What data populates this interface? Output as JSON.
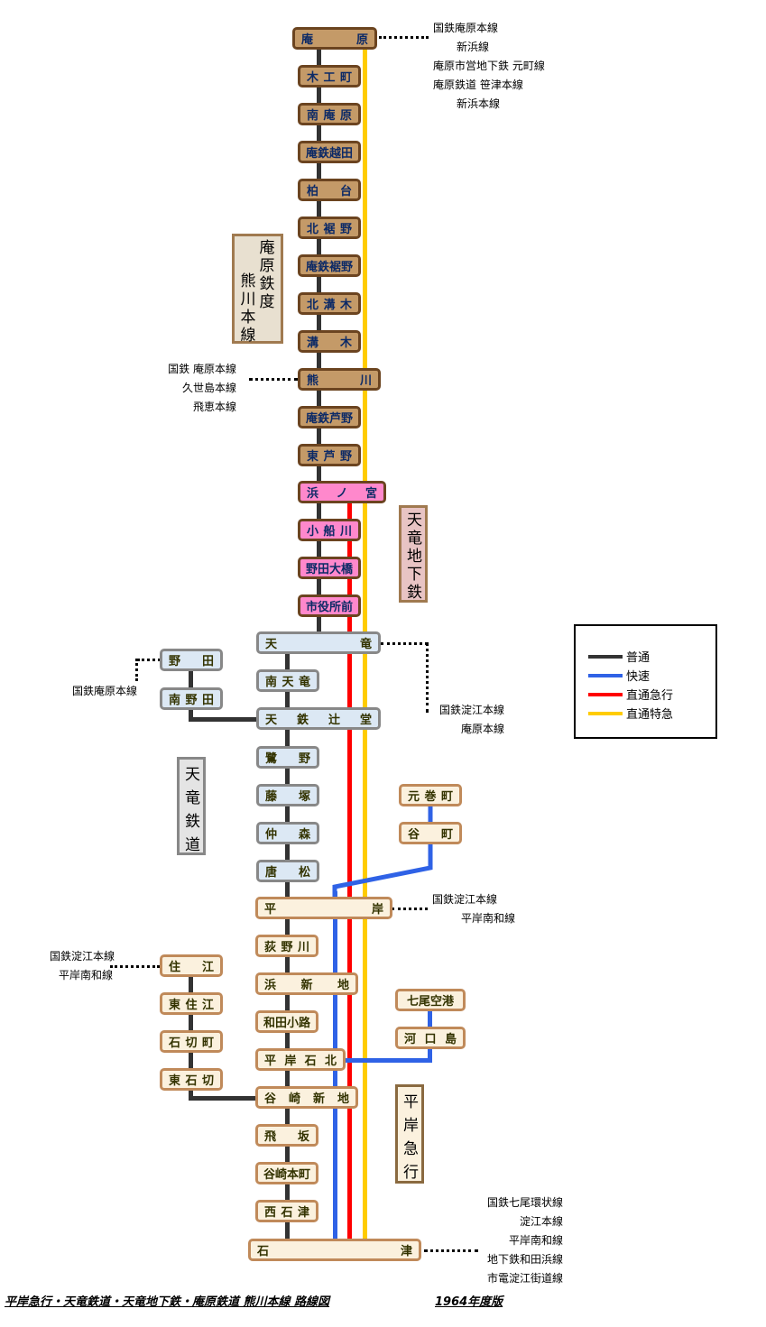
{
  "title": "平岸急行・天竜鉄道・天竜地下鉄・庵原鉄道 熊川本線 路線図",
  "edition": "1964年度版",
  "colors": {
    "local": "#333333",
    "rapid": "#2f62e6",
    "through_express": "#ff0000",
    "through_limited": "#ffcc00"
  },
  "legend": [
    {
      "label": "普通",
      "color": "#333333"
    },
    {
      "label": "快速",
      "color": "#2f62e6"
    },
    {
      "label": "直通急行",
      "color": "#ff0000"
    },
    {
      "label": "直通特急",
      "color": "#ffcc00"
    }
  ],
  "company_labels": {
    "ihara": {
      "col1": "庵原鉄度",
      "col2": "熊川本線"
    },
    "tenryu_subway": "天竜地下鉄",
    "tenryu_railway": "天竜鉄道",
    "hirakishi": "平岸急行"
  },
  "stations": {
    "ihara": [
      "庵",
      "原"
    ],
    "mokkocho": [
      "木",
      "工",
      "町"
    ],
    "minami_ihara": [
      "南",
      "庵",
      "原"
    ],
    "ihara_koshida": [
      "庵鉄越田"
    ],
    "kashiwadai": [
      "柏",
      "台"
    ],
    "kita_susono": [
      "北",
      "裾",
      "野"
    ],
    "ihara_susono": [
      "庵鉄裾野"
    ],
    "kita_mizoki": [
      "北",
      "溝",
      "木"
    ],
    "mizoki": [
      "溝",
      "木"
    ],
    "kumakawa": [
      "熊",
      "川"
    ],
    "ihara_ashino": [
      "庵鉄芦野"
    ],
    "higashi_ashino": [
      "東",
      "芦",
      "野"
    ],
    "hamanomiya": [
      "浜",
      "ノ",
      "宮"
    ],
    "kofunagawa": [
      "小",
      "船",
      "川"
    ],
    "noda_ohashi": [
      "野田大橋"
    ],
    "shiyakusho_mae": [
      "市役所前"
    ],
    "tenryu": [
      "天",
      "竜"
    ],
    "minami_tenryu": [
      "南",
      "天",
      "竜"
    ],
    "tentetsu_tsujido": [
      "天",
      "鉄",
      "辻",
      "堂"
    ],
    "noda": [
      "野",
      "田"
    ],
    "minami_noda": [
      "南",
      "野",
      "田"
    ],
    "sagino": [
      "鷺",
      "野"
    ],
    "fujitsuka": [
      "藤",
      "塚"
    ],
    "nakamori": [
      "仲",
      "森"
    ],
    "karamatsu": [
      "唐",
      "松"
    ],
    "motomakicho": [
      "元",
      "巻",
      "町"
    ],
    "tanimachi": [
      "谷",
      "町"
    ],
    "hirakishi": [
      "平",
      "岸"
    ],
    "oginogawa": [
      "荻",
      "野",
      "川"
    ],
    "hamashinchi": [
      "浜",
      "新",
      "地"
    ],
    "wadakoji": [
      "和田小路"
    ],
    "hirakishi_ishikita": [
      "平",
      "岸",
      "石",
      "北"
    ],
    "tanisaki_shinchi": [
      "谷",
      "崎",
      "新",
      "地"
    ],
    "sumie": [
      "住",
      "江"
    ],
    "higashi_sumie": [
      "東",
      "住",
      "江"
    ],
    "ishikiricho": [
      "石",
      "切",
      "町"
    ],
    "higashi_ishikiri": [
      "東",
      "石",
      "切"
    ],
    "nanao_airport": [
      "七尾空港"
    ],
    "kawaguchijima": [
      "河",
      "口",
      "島"
    ],
    "tobisaka": [
      "飛",
      "坂"
    ],
    "tanisaki_honmachi": [
      "谷崎本町"
    ],
    "nishi_ishizu": [
      "西",
      "石",
      "津"
    ],
    "ishizu": [
      "石",
      "津"
    ]
  },
  "transfers": {
    "ihara": [
      "国鉄庵原本線",
      "新浜線",
      "庵原市営地下鉄 元町線",
      "庵原鉄道 笹津本線",
      "新浜本線"
    ],
    "kumakawa": [
      "国鉄 庵原本線",
      "久世島本線",
      "飛恵本線"
    ],
    "tenryu": [
      "国鉄淀江本線",
      "庵原本線"
    ],
    "noda": [
      "国鉄庵原本線"
    ],
    "hirakishi": [
      "国鉄淀江本線",
      "平岸南和線"
    ],
    "sumie": [
      "国鉄淀江本線",
      "平岸南和線"
    ],
    "ishizu": [
      "国鉄七尾環状線",
      "淀江本線",
      "平岸南和線",
      "地下鉄和田浜線",
      "市電淀江街道線"
    ]
  }
}
